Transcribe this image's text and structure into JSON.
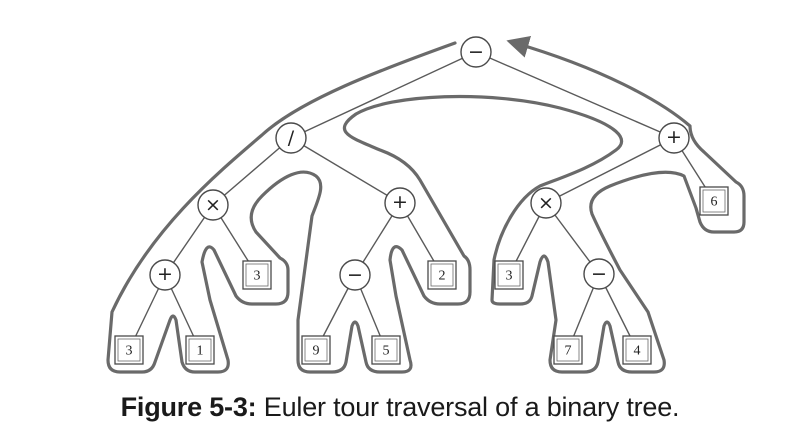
{
  "caption": {
    "label": "Figure 5-3:",
    "text": "Euler tour traversal of a binary tree."
  },
  "tree": {
    "nodes": [
      {
        "id": "root",
        "kind": "operator",
        "label": "−"
      },
      {
        "id": "div",
        "kind": "operator",
        "label": "/"
      },
      {
        "id": "plus-right",
        "kind": "operator",
        "label": "+"
      },
      {
        "id": "times-left",
        "kind": "operator",
        "label": "×"
      },
      {
        "id": "plus-mid",
        "kind": "operator",
        "label": "+"
      },
      {
        "id": "times-right",
        "kind": "operator",
        "label": "×"
      },
      {
        "id": "plus-low",
        "kind": "operator",
        "label": "+"
      },
      {
        "id": "minus-mid",
        "kind": "operator",
        "label": "−"
      },
      {
        "id": "minus-right",
        "kind": "operator",
        "label": "−"
      },
      {
        "id": "leaf-6",
        "kind": "leaf",
        "label": "6"
      },
      {
        "id": "leaf-3a",
        "kind": "leaf",
        "label": "3"
      },
      {
        "id": "leaf-2",
        "kind": "leaf",
        "label": "2"
      },
      {
        "id": "leaf-3b",
        "kind": "leaf",
        "label": "3"
      },
      {
        "id": "leaf-3c",
        "kind": "leaf",
        "label": "3"
      },
      {
        "id": "leaf-1",
        "kind": "leaf",
        "label": "1"
      },
      {
        "id": "leaf-9",
        "kind": "leaf",
        "label": "9"
      },
      {
        "id": "leaf-5",
        "kind": "leaf",
        "label": "5"
      },
      {
        "id": "leaf-7",
        "kind": "leaf",
        "label": "7"
      },
      {
        "id": "leaf-4",
        "kind": "leaf",
        "label": "4"
      }
    ],
    "edges": [
      [
        "root",
        "div"
      ],
      [
        "root",
        "plus-right"
      ],
      [
        "div",
        "times-left"
      ],
      [
        "div",
        "plus-mid"
      ],
      [
        "plus-right",
        "times-right"
      ],
      [
        "plus-right",
        "leaf-6"
      ],
      [
        "times-left",
        "plus-low"
      ],
      [
        "times-left",
        "leaf-3a"
      ],
      [
        "plus-mid",
        "minus-mid"
      ],
      [
        "plus-mid",
        "leaf-2"
      ],
      [
        "times-right",
        "leaf-3b"
      ],
      [
        "times-right",
        "minus-right"
      ],
      [
        "plus-low",
        "leaf-3c"
      ],
      [
        "plus-low",
        "leaf-1"
      ],
      [
        "minus-mid",
        "leaf-9"
      ],
      [
        "minus-mid",
        "leaf-5"
      ],
      [
        "minus-right",
        "leaf-7"
      ],
      [
        "minus-right",
        "leaf-4"
      ]
    ]
  }
}
